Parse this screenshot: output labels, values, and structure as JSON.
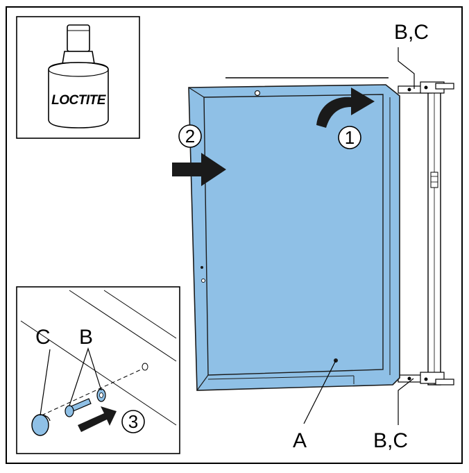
{
  "product": {
    "brand_text": "LOCTITE",
    "logo_icon": "threadlocker-bottle-icon"
  },
  "labels": {
    "hinge_top": "B,C",
    "hinge_bottom": "B,C",
    "door": "A",
    "detail_c": "C",
    "detail_b": "B"
  },
  "steps": {
    "step1": "1",
    "step2": "2",
    "step3": "3"
  },
  "colors": {
    "door_fill": "#8fc0e6",
    "door_stroke": "#1a1a1a",
    "arrow": "#1a1a1a",
    "frame_line": "#000000"
  }
}
